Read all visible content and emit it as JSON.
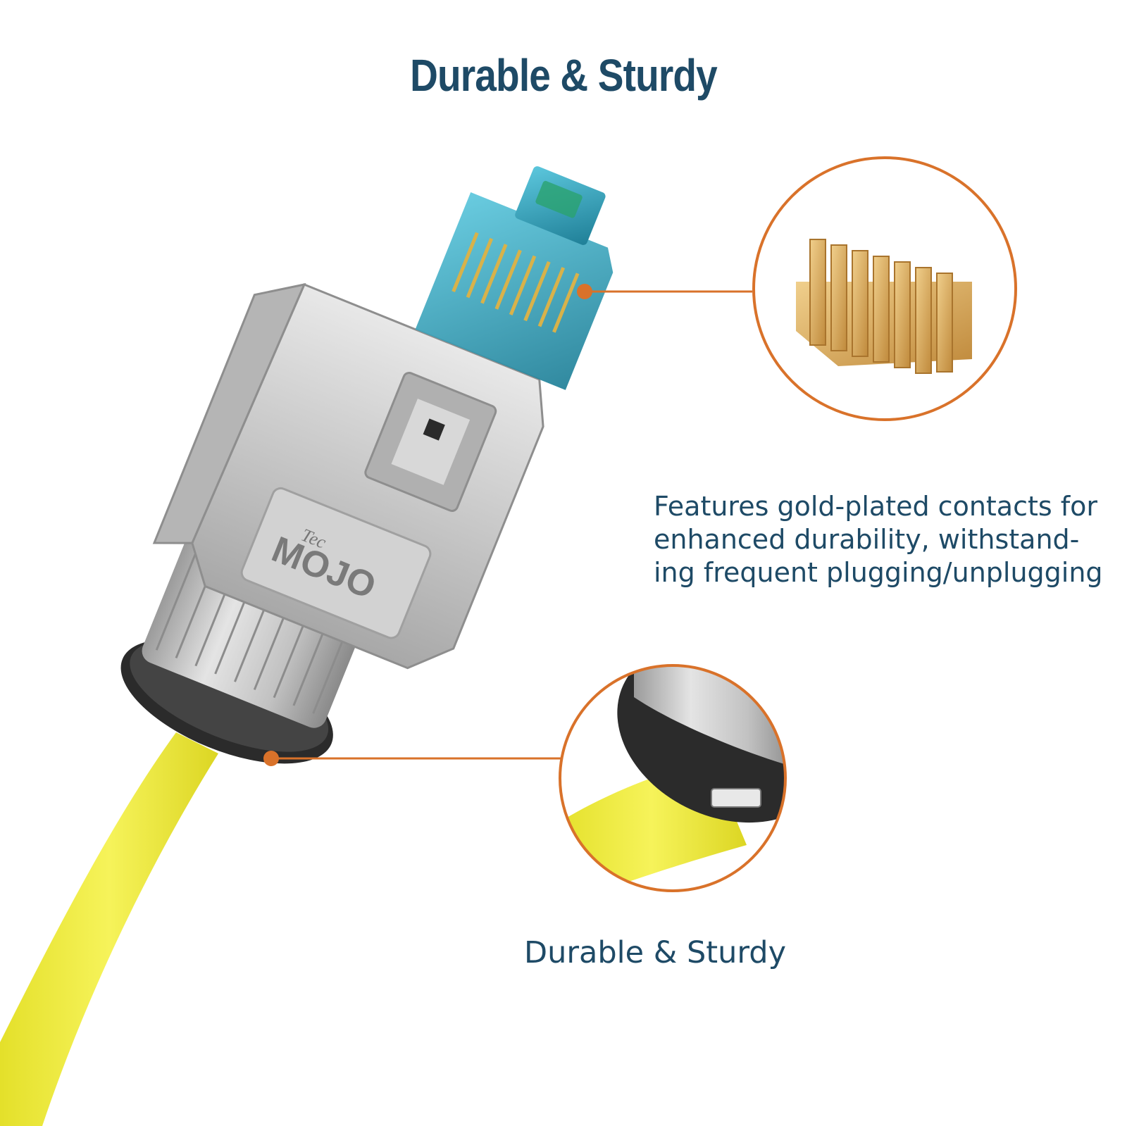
{
  "heading": "Durable & Sturdy",
  "description_lines": [
    "Features gold-plated contacts for",
    "enhanced durability, withstand-",
    "ing frequent plugging/unplugging"
  ],
  "caption": "Durable & Sturdy",
  "brand": {
    "prefix": "Tec",
    "name": "MOJO"
  },
  "colors": {
    "heading_text": "#1e4a66",
    "body_text": "#1e4a66",
    "accent": "#d9722a",
    "cable": "#f2ef3a",
    "metal": "#c9c9c9",
    "clip": "#34a8c4",
    "gold": "#d7a85a"
  },
  "icons": [
    "rj45-connector-illustration",
    "gold-contacts-illustration",
    "strain-relief-illustration"
  ]
}
